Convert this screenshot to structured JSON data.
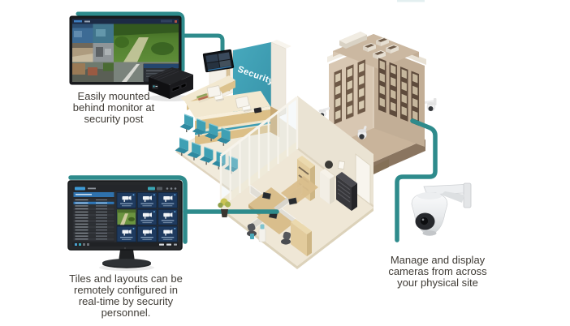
{
  "colors": {
    "connector_teal": "#2E8B8C",
    "security_wall_teal": "#3E9DB3",
    "chair_teal": "#3FA0B4",
    "caption_text": "#3F3B35"
  },
  "captions": {
    "security_post": "Easily mounted\nbehind monitor at\nsecurity post",
    "remote_config": "Tiles and layouts can be\nremotely configured in\nreal-time by security\npersonnel.",
    "site_cameras": "Manage and display\ncameras from across\nyour physical site",
    "security_sign": "Security"
  },
  "management_ui": {
    "grid": {
      "rows": 3,
      "cols": 3
    },
    "live_tile": {
      "row": 2,
      "col": 1
    },
    "tile_icon": "cctv-camera-icon",
    "live_tile_content": "park-video-feed"
  },
  "video_wall": {
    "feeds": [
      "indoor-office",
      "indoor-lobby",
      "mall-interior",
      "atrium",
      "street-view",
      "park-path",
      "roadway"
    ],
    "popup": "settings-window"
  }
}
